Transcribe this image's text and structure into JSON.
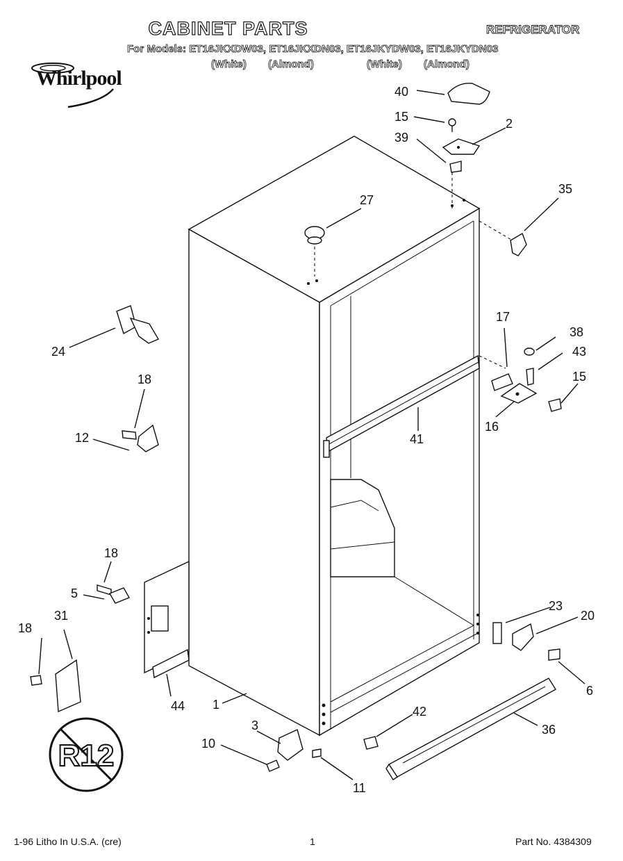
{
  "header": {
    "title": "CABINET PARTS",
    "category": "REFRIGERATOR",
    "models_line": "For Models: ET16JKXDW03, ET16JKXDN03, ET16JKYDW03, ET16JKYDN03",
    "finishes": [
      "(White)",
      "(Almond)",
      "(White)",
      "(Almond)"
    ]
  },
  "brand": {
    "name": "Whirlpool",
    "logo_icon": "whirlpool-swoosh-icon"
  },
  "badge": {
    "text": "R12",
    "icon": "no-r12-refrigerant-icon"
  },
  "callouts": [
    "40",
    "15",
    "2",
    "39",
    "35",
    "27",
    "24",
    "17",
    "38",
    "43",
    "15",
    "16",
    "41",
    "18",
    "12",
    "18",
    "5",
    "31",
    "18",
    "23",
    "20",
    "44",
    "1",
    "6",
    "42",
    "36",
    "3",
    "10",
    "11"
  ],
  "footer": {
    "litho": "1-96 Litho In U.S.A. (cre)",
    "page": "1",
    "part_no": "Part No. 4384309"
  }
}
